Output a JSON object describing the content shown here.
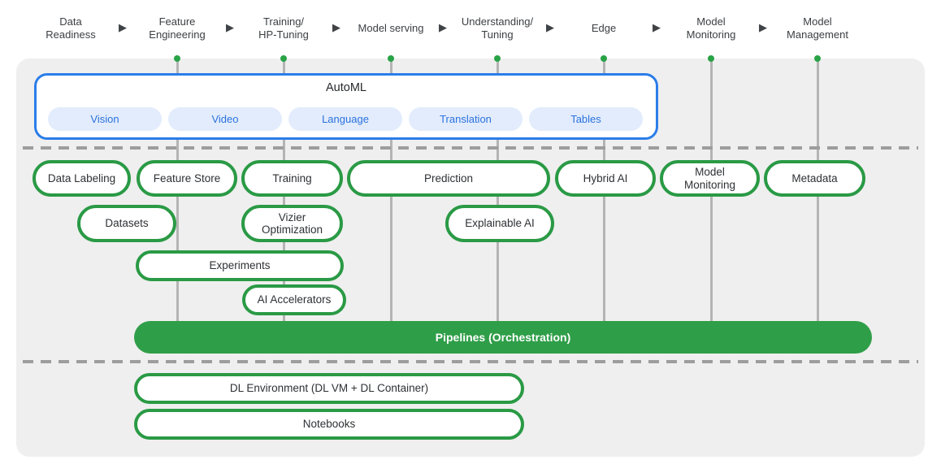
{
  "stages": {
    "labels": [
      "Data\nReadiness",
      "Feature\nEngineering",
      "Training/\nHP-Tuning",
      "Model serving",
      "Understanding/\nTuning",
      "Edge",
      "Model\nMonitoring",
      "Model\nManagement"
    ],
    "arrow_icon": "▶"
  },
  "automl": {
    "title": "AutoML",
    "pills": [
      "Vision",
      "Video",
      "Language",
      "Translation",
      "Tables"
    ]
  },
  "services": {
    "row1": [
      "Data Labeling",
      "Feature Store",
      "Training",
      "Prediction",
      "Hybrid AI",
      "Model\nMonitoring",
      "Metadata"
    ],
    "row2": [
      "Datasets",
      "Vizier\nOptimization",
      "Explainable AI"
    ],
    "row3": [
      "Experiments"
    ],
    "row4": [
      "AI Accelerators"
    ],
    "pipelines": "Pipelines (Orchestration)"
  },
  "foundation": {
    "dl_environment": "DL Environment (DL VM + DL Container)",
    "notebooks": "Notebooks"
  },
  "colors": {
    "green_bar": "#2f9e48",
    "green_border": "#2a9a45",
    "blue_border": "#2b7de9",
    "blue_text": "#2b72dd",
    "light_blue_pill": "#e2ecfc",
    "panel_gray": "#efefef",
    "line_gray": "#b4b4b4",
    "header_text": "#3b3f42"
  }
}
